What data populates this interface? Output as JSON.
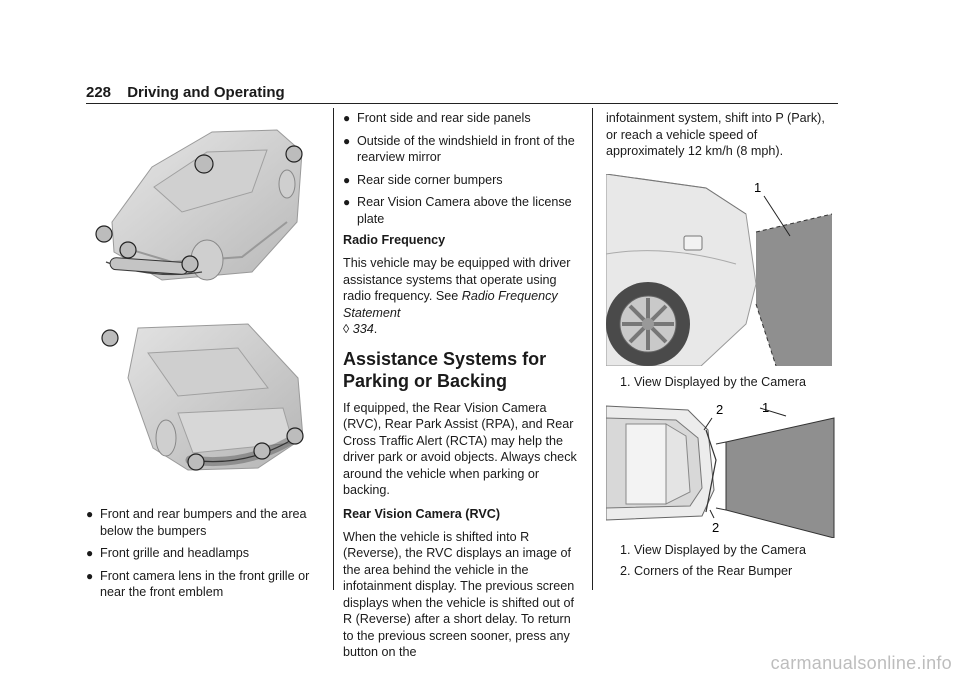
{
  "header": {
    "page_number": "228",
    "section": "Driving and Operating"
  },
  "col1": {
    "bullets": [
      "Front and rear bumpers and the area below the bumpers",
      "Front grille and headlamps",
      "Front camera lens in the front grille or near the front emblem"
    ]
  },
  "col2": {
    "bullets": [
      "Front side and rear side panels",
      "Outside of the windshield in front of the rearview mirror",
      "Rear side corner bumpers",
      "Rear Vision Camera above the license plate"
    ],
    "radio_heading": "Radio Frequency",
    "radio_text": "This vehicle may be equipped with driver assistance systems that operate using radio frequency. See",
    "radio_ref": "Radio Frequency Statement",
    "radio_ref_arrow": "◊",
    "radio_ref_page": "334",
    "section_title": "Assistance Systems for Parking or Backing",
    "intro": "If equipped, the Rear Vision Camera (RVC), Rear Park Assist (RPA), and Rear Cross Traffic Alert (RCTA) may help the driver park or avoid objects. Always check around the vehicle when parking or backing.",
    "rvc_heading": "Rear Vision Camera (RVC)",
    "rvc_text": "When the vehicle is shifted into R (Reverse), the RVC displays an image of the area behind the vehicle in the infotainment display. The previous screen displays when the vehicle is shifted out of R (Reverse) after a short delay. To return to the previous screen sooner, press any button on the"
  },
  "col3": {
    "continued": "infotainment system, shift into P (Park), or reach a vehicle speed of approximately 12 km/h (8 mph).",
    "fig1_callout": "1",
    "fig1_caption": "1.  View Displayed by the Camera",
    "fig2_callout_1": "1",
    "fig2_callout_2": "2",
    "fig2_callout_2b": "2",
    "fig2_captions": [
      "1.  View Displayed by the Camera",
      "2.  Corners of the Rear Bumper"
    ]
  },
  "watermark": "carmanualsonline.info"
}
